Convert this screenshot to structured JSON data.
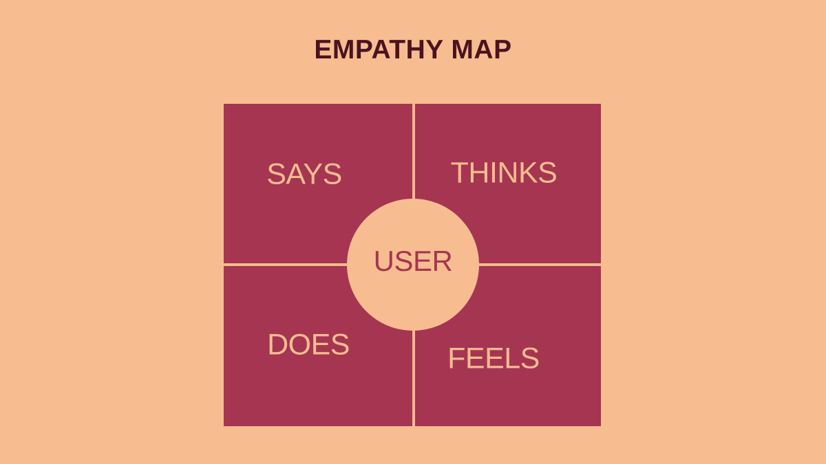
{
  "title": "EMPATHY MAP",
  "diagram": {
    "center_label": "USER",
    "quadrants": [
      {
        "id": "says",
        "label": "SAYS"
      },
      {
        "id": "thinks",
        "label": "THINKS"
      },
      {
        "id": "does",
        "label": "DOES"
      },
      {
        "id": "feels",
        "label": "FEELS"
      }
    ]
  },
  "colors": {
    "background": "#F7BD90",
    "panel": "#A53551",
    "divider": "#F7BD90",
    "title_text": "#4A1320",
    "panel_label_text": "#F7BD90",
    "circle_fill": "#F7BD90",
    "center_label_text": "#A53551"
  }
}
